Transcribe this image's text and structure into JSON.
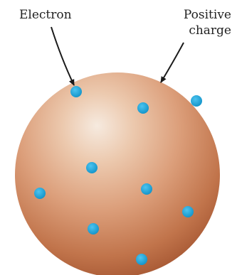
{
  "labels": {
    "electron": "Electron",
    "positive_line1": "Positive",
    "positive_line2": "charge"
  },
  "colors": {
    "electron_dot": "#1aa0d6",
    "sphere_highlight": "#f5e6d8",
    "sphere_mid": "#d99a74",
    "sphere_edge": "#a5552f",
    "arrow": "#1a1a1a"
  },
  "electron_count": 9
}
